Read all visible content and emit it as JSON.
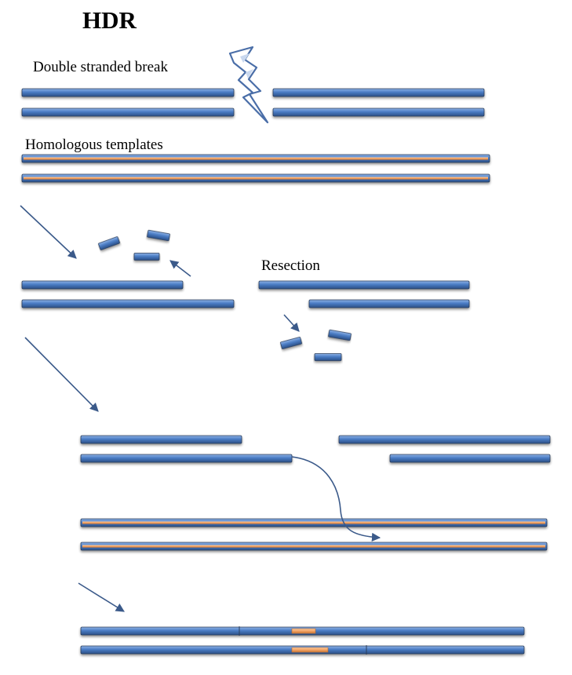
{
  "title": "HDR",
  "labels": {
    "break": "Double stranded break",
    "templates": "Homologous templates",
    "resection": "Resection"
  },
  "colors": {
    "strand_blue": "#4a7cc4",
    "strand_blue_dark": "#2b4f86",
    "strand_orange": "#f2a060",
    "strand_outline": "#2c3f5c",
    "arrow": "#3b5a8a",
    "bolt_fill": "#ffffff",
    "bolt_stroke": "#4a6ea8"
  },
  "stages": [
    {
      "name": "double-stranded-break",
      "strands": 4
    },
    {
      "name": "homologous-templates",
      "strands": 2
    },
    {
      "name": "resection",
      "strands": 4,
      "fragments": 6
    },
    {
      "name": "strand-invasion",
      "strands": 6
    },
    {
      "name": "repaired-product",
      "strands": 2
    }
  ]
}
